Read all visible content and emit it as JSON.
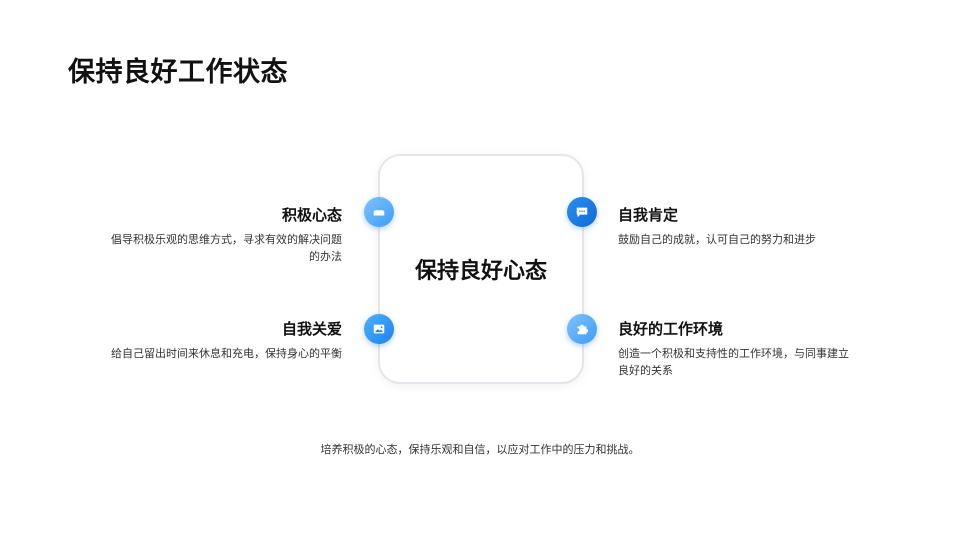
{
  "slide": {
    "title": "保持良好工作状态",
    "center_title": "保持良好心态",
    "footer": "培养积极的心态，保持乐观和自信，以应对工作中的压力和挑战。"
  },
  "items": [
    {
      "title": "积极心态",
      "desc": "倡导积极乐观的思维方式，寻求有效的解决问题的办法",
      "icon": "sofa-icon"
    },
    {
      "title": "自我肯定",
      "desc": "鼓励自己的成就，认可自己的努力和进步",
      "icon": "chat-bubble-icon"
    },
    {
      "title": "自我关爱",
      "desc": "给自己留出时间来休息和充电，保持身心的平衡",
      "icon": "image-icon"
    },
    {
      "title": "良好的工作环境",
      "desc": "创造一个积极和支持性的工作环境，与同事建立良好的关系",
      "icon": "puzzle-icon"
    }
  ],
  "colors": {
    "accent_light": "#5aaef8",
    "accent_dark": "#0d6ad6",
    "card_border": "#e4e6ea"
  }
}
